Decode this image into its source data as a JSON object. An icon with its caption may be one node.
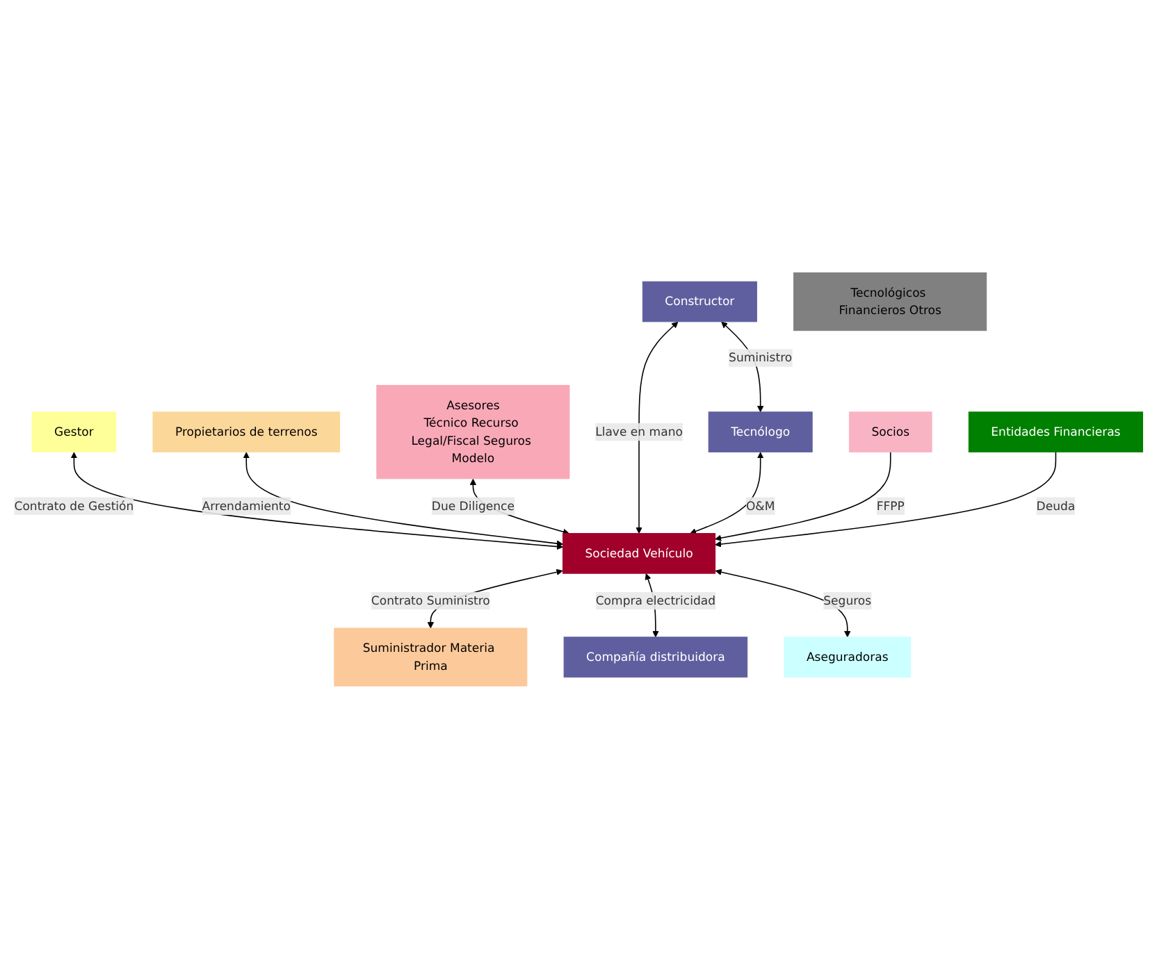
{
  "diagram": {
    "nodes": [
      {
        "text": [
          "Gestor"
        ]
      },
      {
        "text": [
          "Propietarios de terrenos"
        ]
      },
      {
        "text": [
          "Asesores",
          "Técnico Recurso Legal/Fiscal Seguros Modelo"
        ]
      },
      {
        "text": [
          "Constructor"
        ]
      },
      {
        "text": [
          "Tecnólogo"
        ]
      },
      {
        "text": [
          "Sociedad Vehículo"
        ]
      },
      {
        "text": [
          "Socios"
        ]
      },
      {
        "text": [
          "Tecnológicos Financieros Otros"
        ]
      },
      {
        "text": [
          "Entidades Financieras"
        ]
      },
      {
        "text": [
          "Suministrador Materia Prima"
        ]
      },
      {
        "text": [
          "Compañía distribuidora"
        ]
      },
      {
        "text": [
          "Aseguradoras"
        ]
      }
    ],
    "edges": [
      {
        "from": 0,
        "to": 5,
        "arrow": "both",
        "label": "Contrato de Gestión"
      },
      {
        "from": 1,
        "to": 5,
        "arrow": "both",
        "label": "Arrendamiento"
      },
      {
        "from": 2,
        "to": 5,
        "arrow": "both",
        "label": "Due Diligence"
      },
      {
        "from": 3,
        "to": 5,
        "arrow": "both",
        "label": "Llave en mano"
      },
      {
        "from": 3,
        "to": 4,
        "arrow": "both",
        "label": "Suministro"
      },
      {
        "from": 4,
        "to": 5,
        "arrow": "both",
        "label": "O&M"
      },
      {
        "from": 6,
        "to": 5,
        "arrow": "to",
        "label": "FFPP"
      },
      {
        "from": 5,
        "to": 9,
        "arrow": "both",
        "label": "Contrato Suministro"
      },
      {
        "from": 5,
        "to": 10,
        "arrow": "both",
        "label": "Compra electricidad"
      },
      {
        "from": 5,
        "to": 11,
        "arrow": "both",
        "label": "Seguros"
      },
      {
        "from": 8,
        "to": 5,
        "arrow": "to",
        "label": "Deuda"
      }
    ]
  }
}
